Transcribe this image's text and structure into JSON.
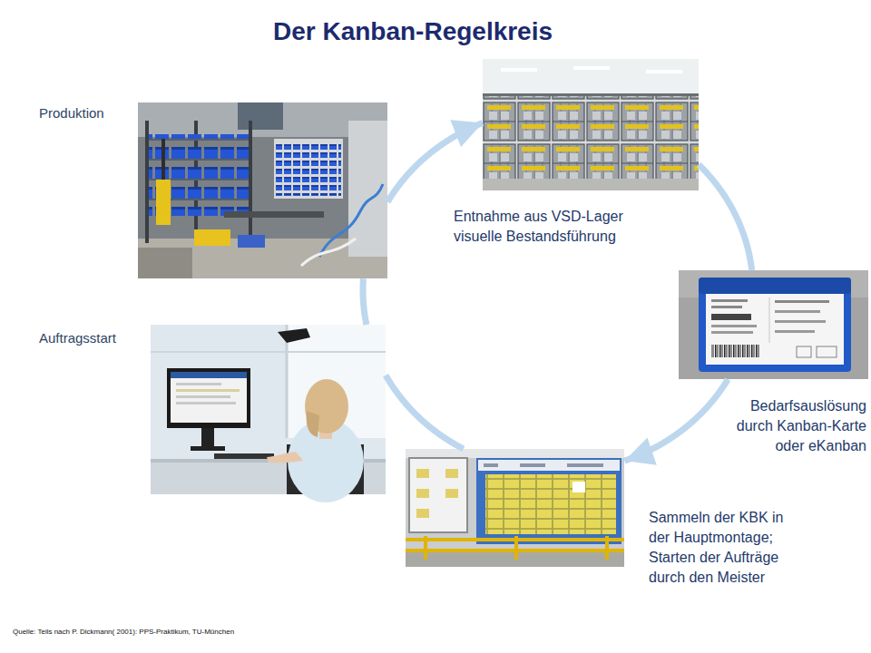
{
  "diagram": {
    "title": "Der Kanban-Regelkreis",
    "nodes": [
      {
        "text": [
          "Produktion"
        ]
      },
      {
        "text": [
          "Entnahme aus VSD-Lager visuelle Bestandsführung"
        ]
      },
      {
        "text": [
          "Bedarfsauslösung durch Kanban-Karte oder eKanban"
        ]
      },
      {
        "text": [
          "Sammeln der KBK in der Hauptmontage; Starten der Aufträge durch den Meister"
        ]
      },
      {
        "text": [
          "Auftragsstart"
        ]
      }
    ],
    "edges": [
      {
        "from": 0,
        "to": 1,
        "arrow": "to"
      },
      {
        "from": 1,
        "to": 2,
        "arrow": "none"
      },
      {
        "from": 2,
        "to": 3,
        "arrow": "to"
      },
      {
        "from": 3,
        "to": 4,
        "arrow": "none"
      },
      {
        "from": 4,
        "to": 0,
        "arrow": "none"
      }
    ],
    "labels": [
      "Quelle: Teils nach P. Dickmann( 2001): PPS-Praktikum, TU-München"
    ]
  }
}
